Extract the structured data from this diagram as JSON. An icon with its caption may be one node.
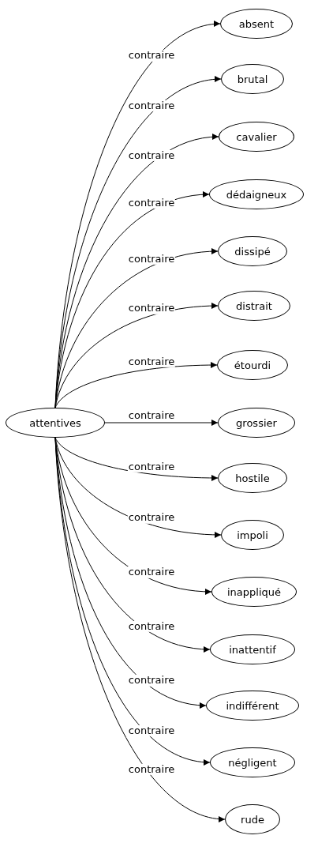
{
  "diagram": {
    "nodes": [
      {
        "text": [
          "attentives"
        ]
      },
      {
        "text": [
          "absent"
        ]
      },
      {
        "text": [
          "brutal"
        ]
      },
      {
        "text": [
          "cavalier"
        ]
      },
      {
        "text": [
          "dédaigneux"
        ]
      },
      {
        "text": [
          "dissipé"
        ]
      },
      {
        "text": [
          "distrait"
        ]
      },
      {
        "text": [
          "étourdi"
        ]
      },
      {
        "text": [
          "grossier"
        ]
      },
      {
        "text": [
          "hostile"
        ]
      },
      {
        "text": [
          "impoli"
        ]
      },
      {
        "text": [
          "inappliqué"
        ]
      },
      {
        "text": [
          "inattentif"
        ]
      },
      {
        "text": [
          "indifférent"
        ]
      },
      {
        "text": [
          "négligent"
        ]
      },
      {
        "text": [
          "rude"
        ]
      }
    ],
    "edges": [
      {
        "from": 0,
        "to": 1,
        "arrow": "to",
        "label": "contraire"
      },
      {
        "from": 0,
        "to": 2,
        "arrow": "to",
        "label": "contraire"
      },
      {
        "from": 0,
        "to": 3,
        "arrow": "to",
        "label": "contraire"
      },
      {
        "from": 0,
        "to": 4,
        "arrow": "to",
        "label": "contraire"
      },
      {
        "from": 0,
        "to": 5,
        "arrow": "to",
        "label": "contraire"
      },
      {
        "from": 0,
        "to": 6,
        "arrow": "to",
        "label": "contraire"
      },
      {
        "from": 0,
        "to": 7,
        "arrow": "to",
        "label": "contraire"
      },
      {
        "from": 0,
        "to": 8,
        "arrow": "to",
        "label": "contraire"
      },
      {
        "from": 0,
        "to": 9,
        "arrow": "to",
        "label": "contraire"
      },
      {
        "from": 0,
        "to": 10,
        "arrow": "to",
        "label": "contraire"
      },
      {
        "from": 0,
        "to": 11,
        "arrow": "to",
        "label": "contraire"
      },
      {
        "from": 0,
        "to": 12,
        "arrow": "to",
        "label": "contraire"
      },
      {
        "from": 0,
        "to": 13,
        "arrow": "to",
        "label": "contraire"
      },
      {
        "from": 0,
        "to": 14,
        "arrow": "to",
        "label": "contraire"
      },
      {
        "from": 0,
        "to": 15,
        "arrow": "to",
        "label": "contraire"
      }
    ]
  }
}
